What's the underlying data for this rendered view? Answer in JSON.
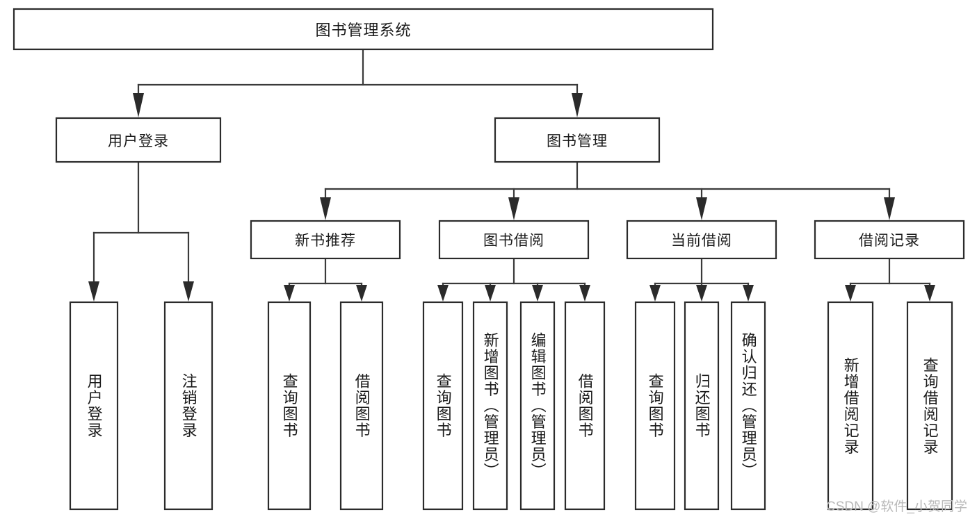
{
  "diagram": {
    "type": "tree-hierarchy",
    "title": "图书管理系统",
    "watermark": "CSDN @软件_小贺同学",
    "colors": {
      "box_stroke": "#2b2b2b",
      "box_fill": "#ffffff",
      "connector": "#3a3a3a",
      "text": "#1a1a1a",
      "watermark": "#b9b9b9",
      "background": "#ffffff"
    },
    "levels": {
      "root": "图书管理系统",
      "level2": [
        "用户登录",
        "图书管理"
      ],
      "level3": [
        "新书推荐",
        "图书借阅",
        "当前借阅",
        "借阅记录"
      ]
    },
    "nodes": {
      "root": {
        "label": "图书管理系统",
        "orientation": "horizontal"
      },
      "user_login": {
        "label": "用户登录",
        "orientation": "horizontal"
      },
      "book_mgmt": {
        "label": "图书管理",
        "orientation": "horizontal"
      },
      "new_book_rec": {
        "label": "新书推荐",
        "orientation": "horizontal"
      },
      "book_borrow": {
        "label": "图书借阅",
        "orientation": "horizontal"
      },
      "current_borrow": {
        "label": "当前借阅",
        "orientation": "horizontal"
      },
      "borrow_record": {
        "label": "借阅记录",
        "orientation": "horizontal"
      },
      "leaf_user_login": {
        "label": "用户登录",
        "orientation": "vertical"
      },
      "leaf_logout": {
        "label": "注销登录",
        "orientation": "vertical"
      },
      "leaf_query_book_1": {
        "label": "查询图书",
        "orientation": "vertical"
      },
      "leaf_borrow_book_1": {
        "label": "借阅图书",
        "orientation": "vertical"
      },
      "leaf_query_book_2": {
        "label": "查询图书",
        "orientation": "vertical"
      },
      "leaf_add_book": {
        "label": "新增图书（管理员）",
        "orientation": "vertical"
      },
      "leaf_edit_book": {
        "label": "编辑图书（管理员）",
        "orientation": "vertical"
      },
      "leaf_borrow_book_2": {
        "label": "借阅图书",
        "orientation": "vertical"
      },
      "leaf_query_book_3": {
        "label": "查询图书",
        "orientation": "vertical"
      },
      "leaf_return_book": {
        "label": "归还图书",
        "orientation": "vertical"
      },
      "leaf_confirm_return": {
        "label": "确认归还（管理员）",
        "orientation": "vertical"
      },
      "leaf_add_record": {
        "label": "新增借阅记录",
        "orientation": "vertical"
      },
      "leaf_query_record": {
        "label": "查询借阅记录",
        "orientation": "vertical"
      }
    },
    "groups": [
      {
        "parent": "用户登录",
        "children": [
          "用户登录",
          "注销登录"
        ]
      },
      {
        "parent": "新书推荐",
        "children": [
          "查询图书",
          "借阅图书"
        ]
      },
      {
        "parent": "图书借阅",
        "children": [
          "查询图书",
          "新增图书（管理员）",
          "编辑图书（管理员）",
          "借阅图书"
        ]
      },
      {
        "parent": "当前借阅",
        "children": [
          "查询图书",
          "归还图书",
          "确认归还（管理员）"
        ]
      },
      {
        "parent": "借阅记录",
        "children": [
          "新增借阅记录",
          "查询借阅记录"
        ]
      }
    ]
  }
}
